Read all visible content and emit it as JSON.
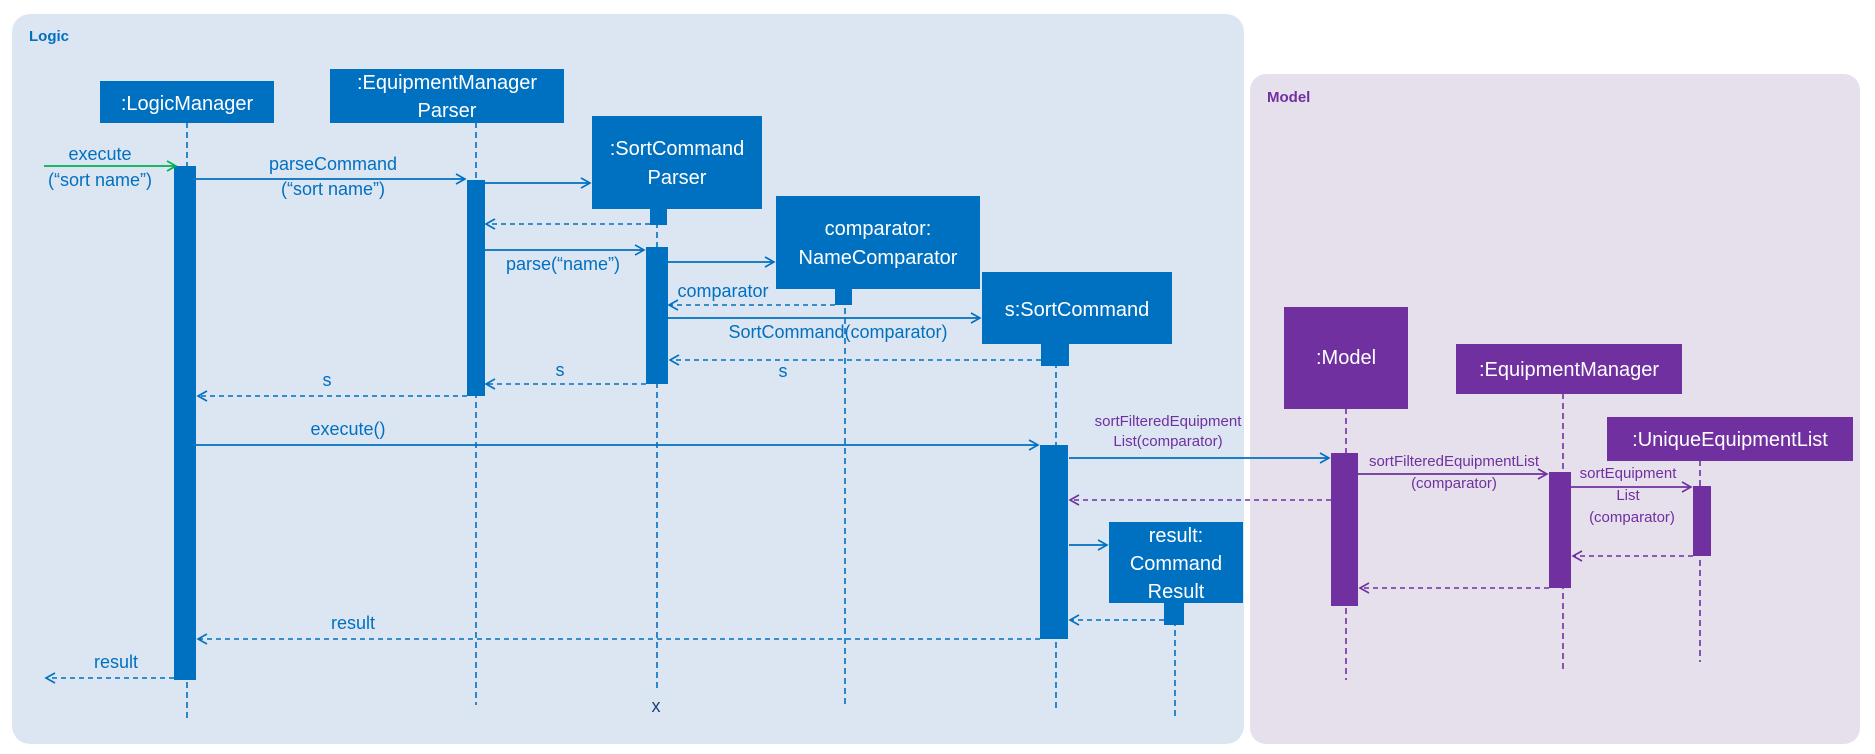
{
  "colors": {
    "logic_bg": "#dce6f2",
    "model_bg": "#e6e0ec",
    "logic_blue": "#0070c0",
    "model_purple": "#7030a0",
    "model_purple_text": "#7030a0",
    "green": "#00b050",
    "white": "#ffffff"
  },
  "frames": {
    "logic_title": "Logic",
    "model_title": "Model"
  },
  "participants": {
    "logic_manager": ":LogicManager",
    "parser_line1": ":EquipmentManager",
    "parser_line2": "Parser",
    "sort_parser_line1": ":SortCommand",
    "sort_parser_line2": "Parser",
    "comparator_line1": "comparator:",
    "comparator_line2": "NameComparator",
    "sort_command": "s:SortCommand",
    "model": ":Model",
    "equipment_manager": ":EquipmentManager",
    "unique_list": ":UniqueEquipmentList",
    "result_line1": "result:",
    "result_line2": "Command",
    "result_line3": "Result"
  },
  "messages": {
    "execute_line1": "execute",
    "execute_line2": "(“sort name”)",
    "parse_command_line1": "parseCommand",
    "parse_command_line2": "(“sort name”)",
    "parse_name": "parse(“name”)",
    "comparator": "comparator",
    "sort_command_ctor": "SortCommand(comparator)",
    "s_return_1": "s",
    "s_return_2": "s",
    "s_return_3": "s",
    "execute_call": "execute()",
    "sort_filtered_model_line1": "sortFilteredEquipment",
    "sort_filtered_model_line2": "List(comparator)",
    "sort_filtered_em_line1": "sortFilteredEquipmentList",
    "sort_filtered_em_line2": "(comparator)",
    "sort_equipment_line1": "sortEquipment",
    "sort_equipment_line2": "List",
    "sort_equipment_line3": "(comparator)",
    "result_return": "result",
    "result_final": "result",
    "destroy_mark": "x"
  }
}
